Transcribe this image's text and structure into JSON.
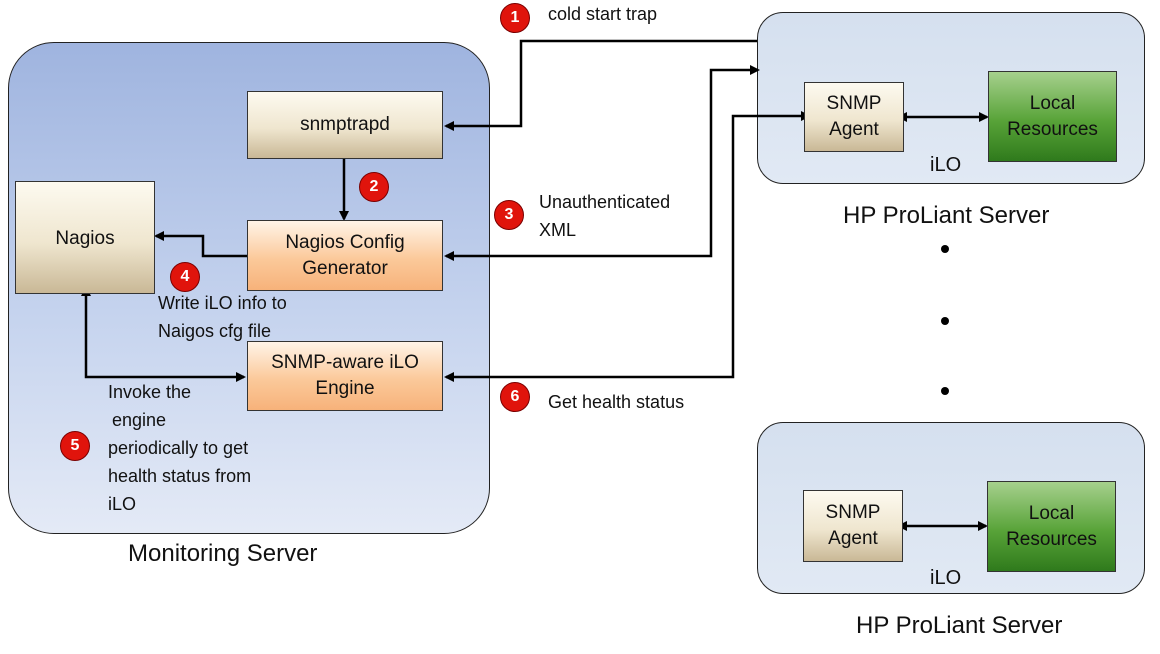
{
  "monitoring_server": {
    "label": "Monitoring Server",
    "snmptrapd": "snmptrapd",
    "nagios": "Nagios",
    "config_generator": "Nagios Config Generator",
    "ilo_engine": "SNMP-aware iLO Engine"
  },
  "hp_servers": [
    {
      "label": "HP ProLiant Server",
      "ilo_label": "iLO",
      "snmp_agent": "SNMP Agent",
      "local_resources": "Local Resources"
    },
    {
      "label": "HP ProLiant Server",
      "ilo_label": "iLO",
      "snmp_agent": "SNMP Agent",
      "local_resources": "Local Resources"
    }
  ],
  "steps": [
    {
      "number": "1",
      "text": "cold start trap"
    },
    {
      "number": "2",
      "text": ""
    },
    {
      "number": "3",
      "text_line1": "Unauthenticated",
      "text_line2": "XML"
    },
    {
      "number": "4",
      "text_line1": "Write iLO info to",
      "text_line2": "Naigos cfg file"
    },
    {
      "number": "5",
      "text_line1": "Invoke the",
      "text_line2": "engine",
      "text_line3": "periodically to get",
      "text_line4": "health status from",
      "text_line5": "iLO"
    },
    {
      "number": "6",
      "text": "Get health status"
    }
  ]
}
